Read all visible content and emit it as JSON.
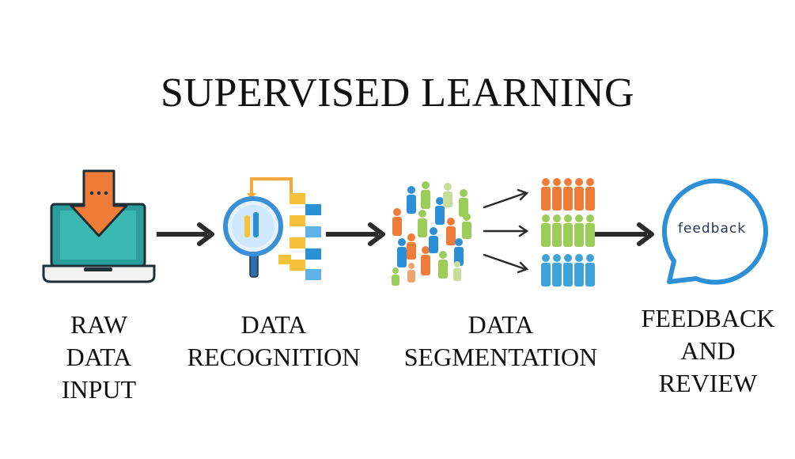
{
  "title": "SUPERVISED LEARNING",
  "steps": [
    {
      "lines": [
        "RAW",
        "DATA",
        "INPUT"
      ]
    },
    {
      "lines": [
        "DATA",
        "RECOGNITION"
      ]
    },
    {
      "lines": [
        "DATA",
        "SEGMENTATION"
      ]
    },
    {
      "lines": [
        "FEEDBACK",
        "AND",
        "REVIEW"
      ]
    }
  ],
  "icons": {
    "step1": "laptop-download-icon",
    "step2": "magnifier-data-icon",
    "step3": "crowd-segmentation-icon",
    "step4": "feedback-speech-bubble-icon"
  },
  "feedback_word": "feedback",
  "colors": {
    "teal": "#2a9d9a",
    "orange": "#f07c3a",
    "blue": "#2d8fd6",
    "yellow": "#f7c23a",
    "green": "#9ccc5a",
    "dark": "#2b2b2b"
  }
}
